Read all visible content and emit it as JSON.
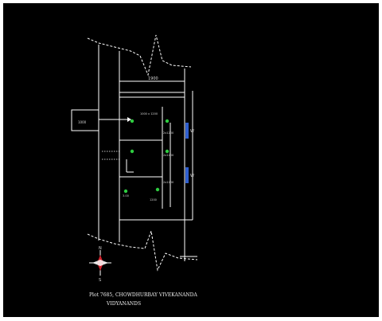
{
  "drawing": {
    "labels": {
      "dim_top": "1900",
      "left_box": "1000",
      "room_left": "1000 x 1200",
      "room_top_right": "2x1200",
      "room_mid": "2x1200",
      "room_lower": "2x1200",
      "bottom_left_room": "3.00",
      "bottom_mid": "1200",
      "window_right": "W",
      "window_right_lower": "W"
    },
    "compass": {
      "north": "N",
      "south": "S"
    },
    "caption": {
      "line1": "Plot 7685, CHOWDHURBAY VIVEKANANDA",
      "line2": "VIDYANANDS"
    },
    "colors": {
      "background": "#000000",
      "lines": "#ffffff",
      "blue_door": "#2f5fd0",
      "green_dot": "#2ecc40",
      "compass_red": "#d0202a"
    }
  }
}
